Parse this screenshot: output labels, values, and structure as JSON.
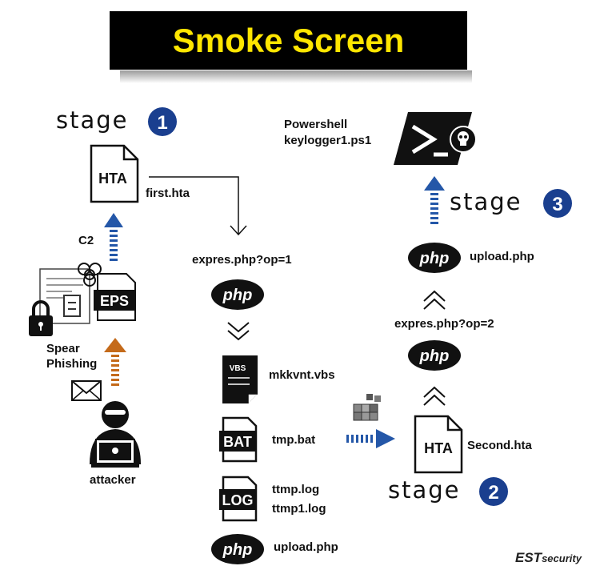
{
  "title": "Smoke Screen",
  "stages": {
    "s1": {
      "label": "stage",
      "number": "1"
    },
    "s2": {
      "label": "stage",
      "number": "2"
    },
    "s3": {
      "label": "stage",
      "number": "3"
    }
  },
  "left_column": {
    "hta_icon": "HTA",
    "hta_file": "first.hta",
    "c2": "C2",
    "eps_icon": "EPS",
    "spear_phishing": [
      "Spear",
      "Phishing"
    ],
    "attacker": "attacker"
  },
  "middle_column": {
    "request1": "expres.php?op=1",
    "php_logo": "php",
    "vbs_icon": "VBS",
    "vbs_file": "mkkvnt.vbs",
    "bat_icon": "BAT",
    "bat_file": "tmp.bat",
    "log_icon": "LOG",
    "log_files": [
      "ttmp.log",
      "ttmp1.log"
    ],
    "upload": "upload.php"
  },
  "right_column": {
    "hta_icon": "HTA",
    "hta_file": "Second.hta",
    "request2": "expres.php?op=2",
    "upload": "upload.php",
    "powershell": [
      "Powershell",
      "keylogger1.ps1"
    ]
  },
  "logo": {
    "main": "EST",
    "sub": "security"
  },
  "colors": {
    "banner_bg": "#000000",
    "banner_text": "#ffe600",
    "stage_circle": "#1a3f8f",
    "blue_arrow": "#2457a8",
    "orange_arrow": "#c46a1a"
  }
}
